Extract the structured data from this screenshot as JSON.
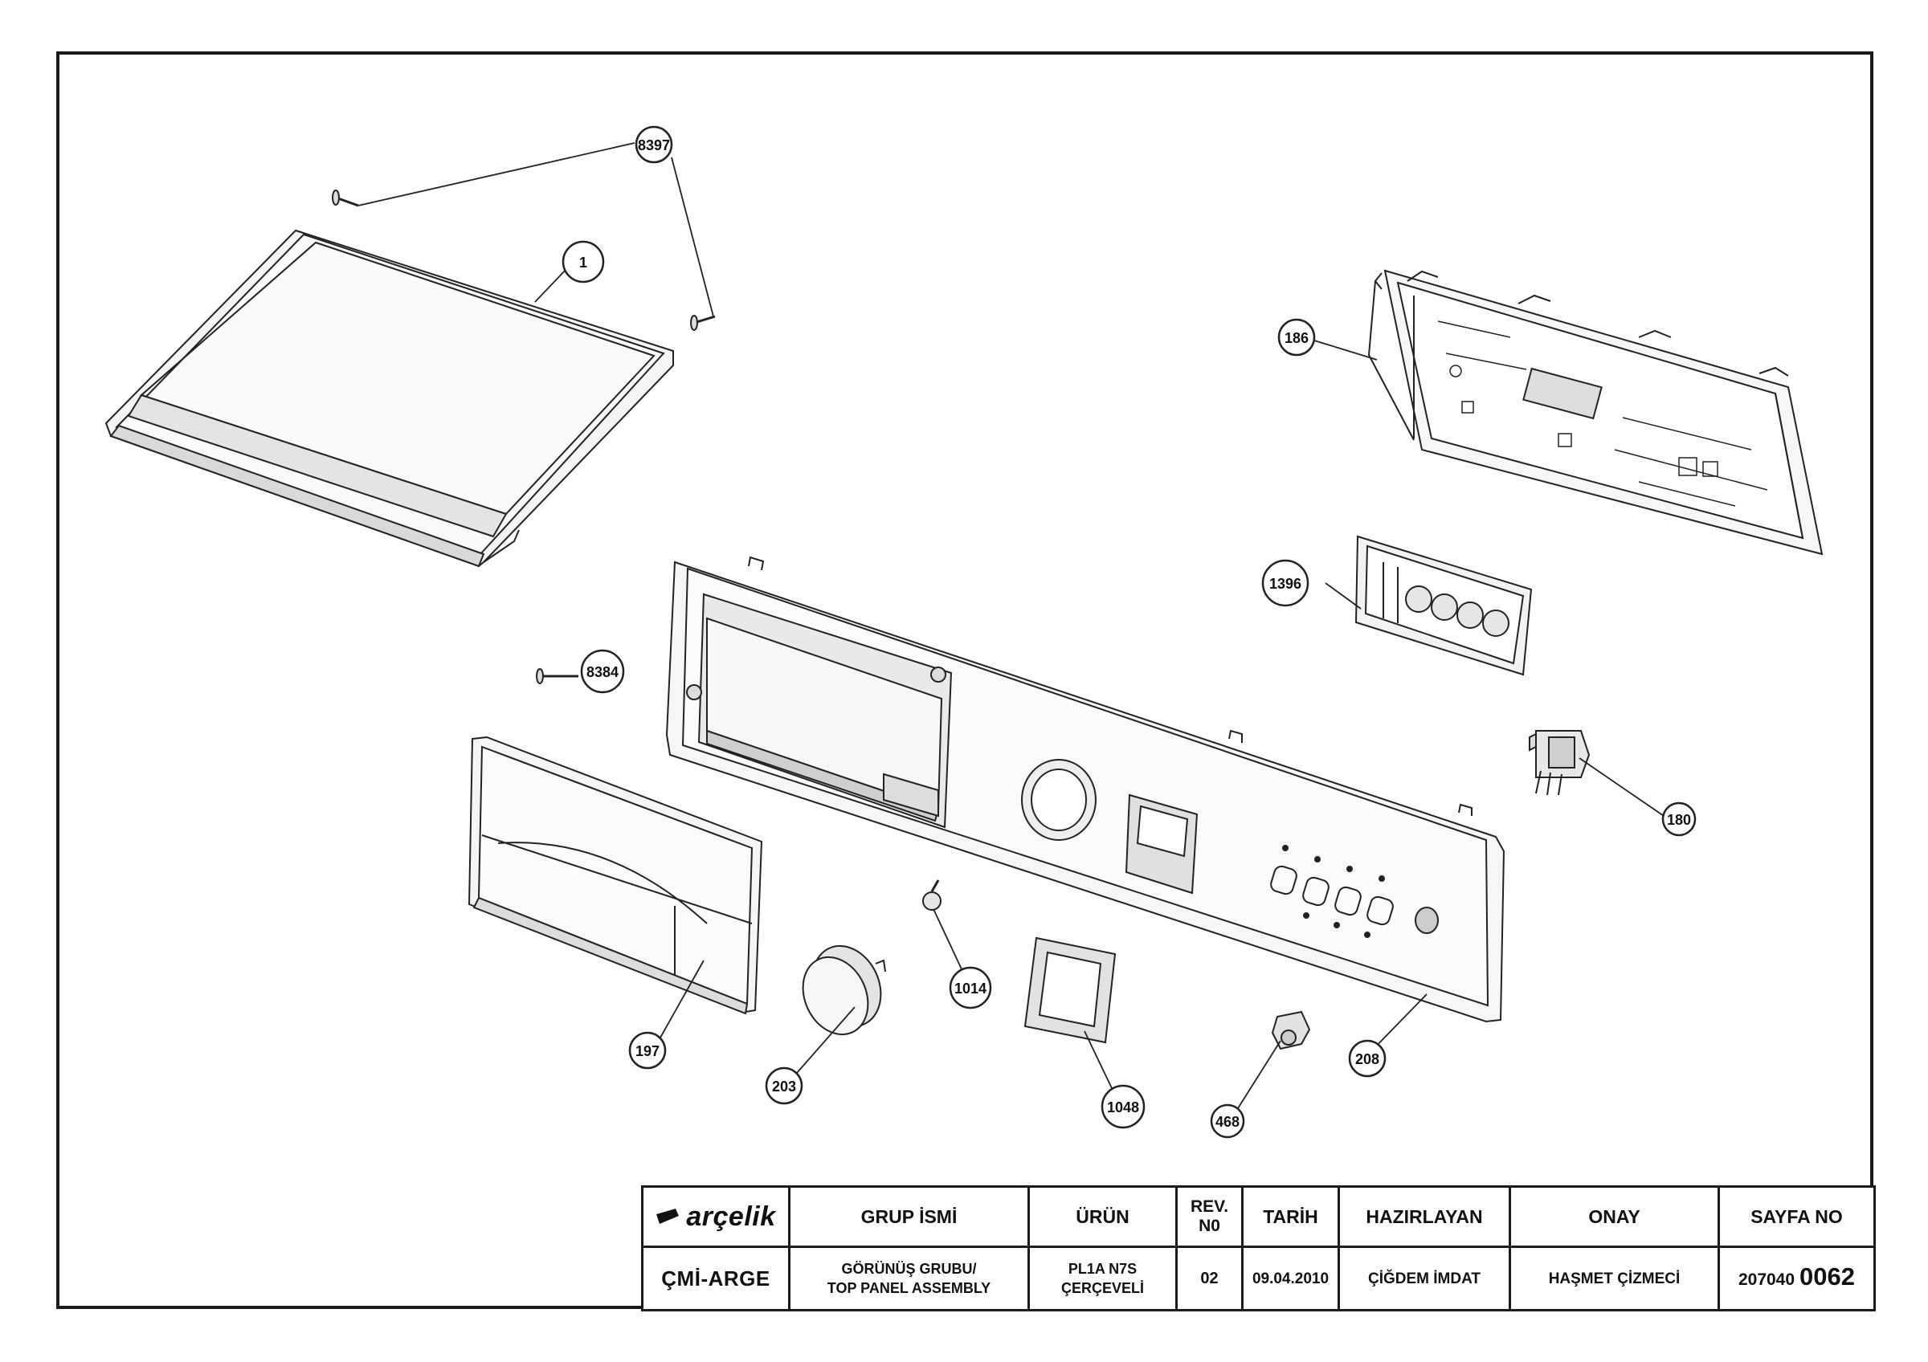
{
  "callouts": [
    {
      "id": "8397",
      "label": "8397"
    },
    {
      "id": "1",
      "label": "1"
    },
    {
      "id": "186",
      "label": "186"
    },
    {
      "id": "1396",
      "label": "1396"
    },
    {
      "id": "8384",
      "label": "8384"
    },
    {
      "id": "180",
      "label": "180"
    },
    {
      "id": "1014",
      "label": "1014"
    },
    {
      "id": "197",
      "label": "197"
    },
    {
      "id": "203",
      "label": "203"
    },
    {
      "id": "1048",
      "label": "1048"
    },
    {
      "id": "468",
      "label": "468"
    },
    {
      "id": "208",
      "label": "208"
    }
  ],
  "title_block": {
    "logo_text": "arçelik",
    "headers": {
      "group_name": "GRUP İSMİ",
      "product": "ÜRÜN",
      "rev_line1": "REV.",
      "rev_line2": "N0",
      "date": "TARİH",
      "prepared_by": "HAZIRLAYAN",
      "approval": "ONAY",
      "page_no": "SAYFA NO"
    },
    "values": {
      "department": "ÇMİ-ARGE",
      "group_name_line1": "GÖRÜNÜŞ GRUBU/",
      "group_name_line2": "TOP PANEL ASSEMBLY",
      "product_line1": "PL1A  N7S",
      "product_line2": "ÇERÇEVELİ",
      "rev": "02",
      "date": "09.04.2010",
      "prepared_by": "ÇİĞDEM İMDAT",
      "approval": "HAŞMET ÇİZMECİ",
      "page_prefix": "207040",
      "page_number": "0062"
    }
  }
}
